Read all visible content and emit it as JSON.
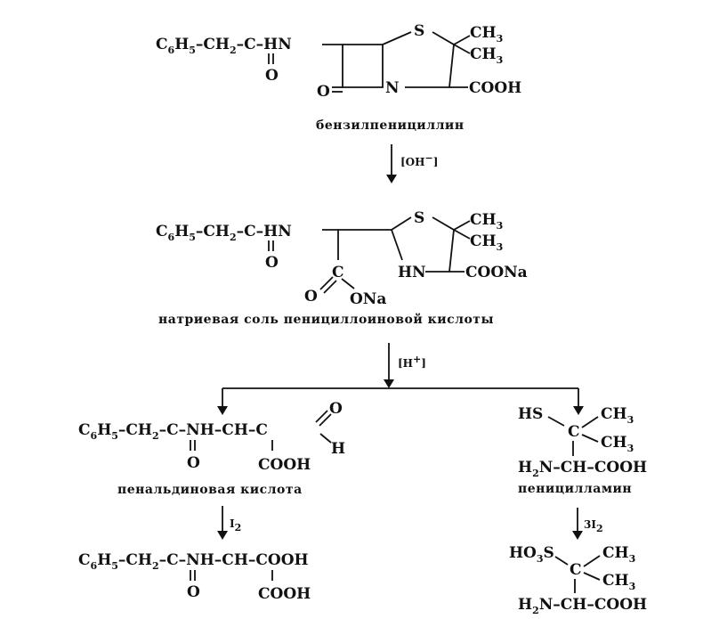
{
  "compounds": {
    "benzylpenicillin": {
      "chain": [
        "C",
        "6",
        "H",
        "5",
        "–CH",
        "2",
        "–C–HN"
      ],
      "ring_s": "S",
      "me1": [
        "CH",
        "3"
      ],
      "me2": [
        "CH",
        "3"
      ],
      "ring_n": "N",
      "carbonyl_o": "O",
      "ketone_o": "O",
      "acid": "COOH",
      "name": "бензилпенициллин"
    },
    "sodium_penicilloate": {
      "chain": [
        "C",
        "6",
        "H",
        "5",
        "–CH",
        "2",
        "–C–HN"
      ],
      "ring_s": "S",
      "me1": [
        "CH",
        "3"
      ],
      "me2": [
        "CH",
        "3"
      ],
      "ring_nh": "HN",
      "carbonyl_o": "O",
      "carboxyl_c": "C",
      "carboxyl_o": "O",
      "carboxyl_ona": "ONa",
      "acid_salt": "COONa",
      "name": "натриевая соль пенициллоиновой кислоты"
    },
    "penaldic_acid": {
      "chain": [
        "C",
        "6",
        "H",
        "5",
        "–CH",
        "2",
        "–C–NH–CH–C"
      ],
      "aldehyde_o": "O",
      "aldehyde_h": "H",
      "carbonyl_o": "O",
      "acid": "COOH",
      "name": "пенальдиновая кислота"
    },
    "penicillamine": {
      "hs": "HS",
      "center": "C",
      "me1": [
        "CH",
        "3"
      ],
      "me2": [
        "CH",
        "3"
      ],
      "bottom": [
        "H",
        "2",
        "N–CH–COOH"
      ],
      "name": "пеницилламин"
    },
    "oxidized_penaldic": {
      "chain": [
        "C",
        "6",
        "H",
        "5",
        "–CH",
        "2",
        "–C–NH–CH–COOH"
      ],
      "carbonyl_o": "O",
      "acid": "COOH"
    },
    "sulfonic_product": {
      "hos": [
        "HO",
        "3",
        "S"
      ],
      "center": "C",
      "me1": [
        "CH",
        "3"
      ],
      "me2": [
        "CH",
        "3"
      ],
      "bottom": [
        "H",
        "2",
        "N–CH–COOH"
      ]
    }
  },
  "reagents": {
    "step1": [
      "[OH",
      "−",
      "]"
    ],
    "step2": [
      "[H",
      "+",
      "]"
    ],
    "step3a": [
      "I",
      "2"
    ],
    "step3b": [
      "3I",
      "2"
    ]
  }
}
